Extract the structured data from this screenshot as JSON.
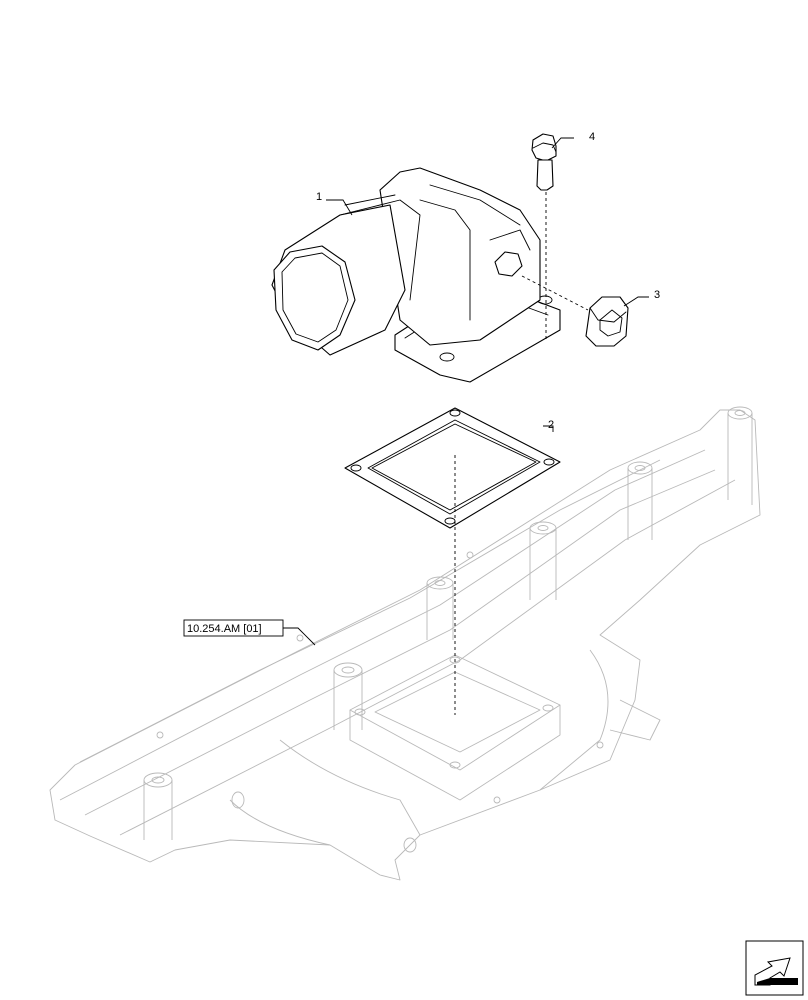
{
  "diagram": {
    "callouts": [
      {
        "id": "1",
        "label": "1"
      },
      {
        "id": "2",
        "label": "2"
      },
      {
        "id": "3",
        "label": "3"
      },
      {
        "id": "4",
        "label": "4"
      }
    ],
    "reference_label": "10.254.AM [01]",
    "nav_icon": "next-page-arrow-icon"
  }
}
